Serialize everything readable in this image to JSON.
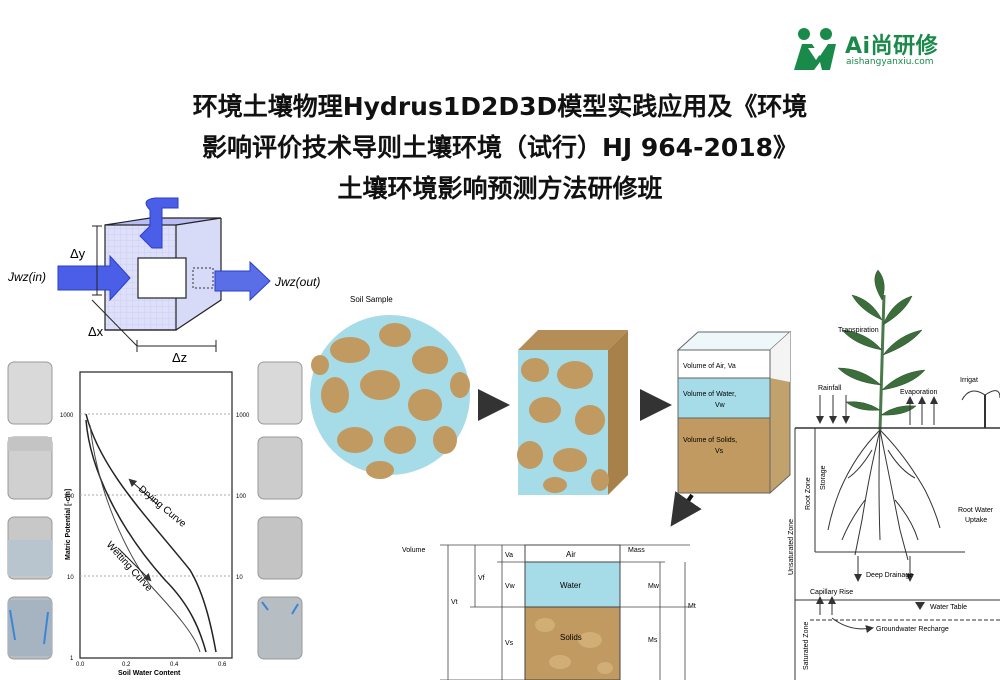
{
  "logo": {
    "name": "Ai尚研修",
    "site": "aishangyanxiu.com"
  },
  "title": {
    "line1": "环境土壤物理Hydrus1D2D3D模型实践应用及《环境",
    "line2": "影响评价技术导则土壤环境（试行）HJ 964-2018》",
    "line3": "土壤环境影响预测方法研修班"
  },
  "cube": {
    "jin": "Jwz(in)",
    "jout": "Jwz(out)",
    "dy": "Δy",
    "dx": "Δx",
    "dz": "Δz"
  },
  "retention": {
    "yaxis": "Matric Potential [-cm]",
    "xaxis": "Soil Water Content",
    "yticks": [
      "1000",
      "100",
      "10",
      "1"
    ],
    "xticks": [
      "0.0",
      "0.2",
      "0.4",
      "0.6"
    ],
    "drying": "Drying Curve",
    "wetting": "Wetting Curve"
  },
  "phases": {
    "sample": "Soil Sample",
    "air_v": "Volume of Air, Va",
    "water_v1": "Volume of Water,",
    "water_v2": "Vw",
    "solid_v1": "Volume of Solids,",
    "solid_v2": "Vs"
  },
  "phase_diagram": {
    "volume": "Volume",
    "mass": "Mass",
    "air": "Air",
    "water": "Water",
    "solids": "Solids",
    "va": "Va",
    "vw": "Vw",
    "vs": "Vs",
    "vv": "Vf",
    "vt": "Vt",
    "mw": "Mw",
    "ms": "Ms",
    "mt": "Mt"
  },
  "hydro": {
    "transpiration": "Transpiration",
    "rainfall": "Rainfall",
    "evaporation": "Evaporation",
    "irrigation": "Irrigat",
    "root_zone": "Root Zone",
    "storage": "Storage",
    "root_uptake1": "Root Water",
    "root_uptake2": "Uptake",
    "unsaturated": "Unsaturated Zone",
    "deep_drainage": "Deep Drainage",
    "capillary": "Capillary Rise",
    "water_table": "Water Table",
    "groundwater": "Groundwater Recharge",
    "saturated": "Saturated Zone"
  },
  "colors": {
    "brand": "#1a8a4a",
    "cube_blue": "#4a5ee8",
    "water": "#a6dbe8",
    "soil": "#c09a60"
  }
}
